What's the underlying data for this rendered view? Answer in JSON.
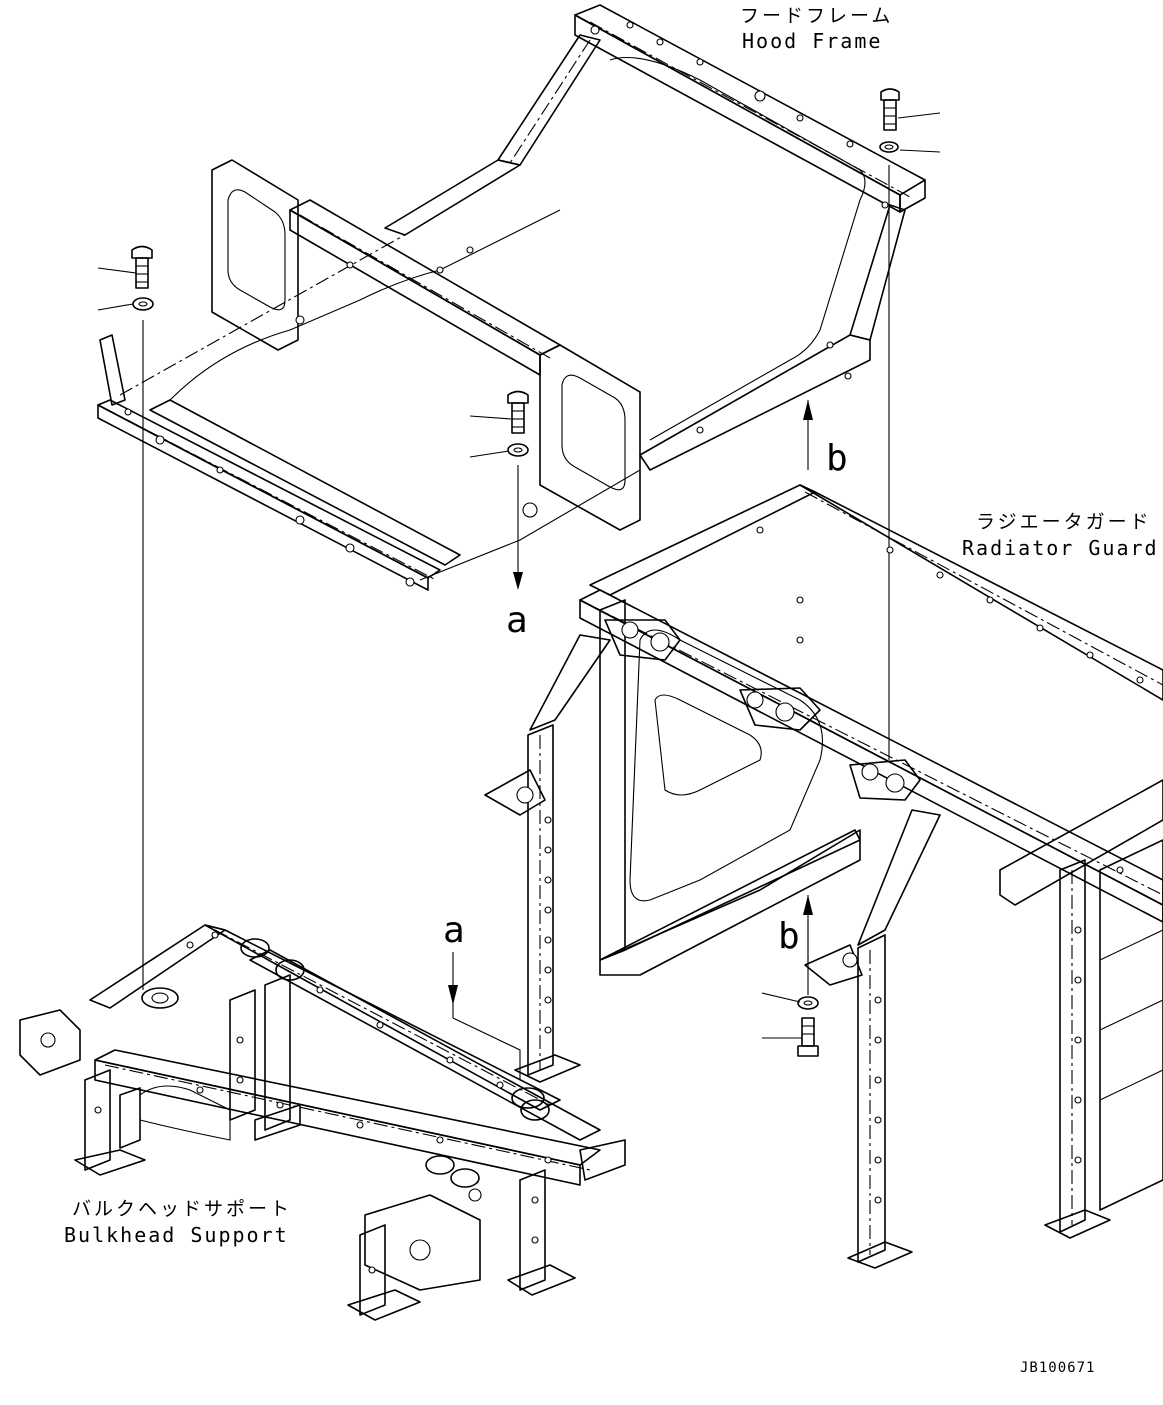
{
  "labels": {
    "hood_frame_jp": "フードフレーム",
    "hood_frame_en": "Hood Frame",
    "radiator_guard_jp": "ラジエータガード",
    "radiator_guard_en": "Radiator Guard",
    "bulkhead_support_jp": "バルクヘッドサポート",
    "bulkhead_support_en": "Bulkhead Support"
  },
  "reference_marks": {
    "a_upper": "a",
    "a_lower": "a",
    "b_upper": "b",
    "b_lower": "b"
  },
  "drawing_code": "JB100671"
}
